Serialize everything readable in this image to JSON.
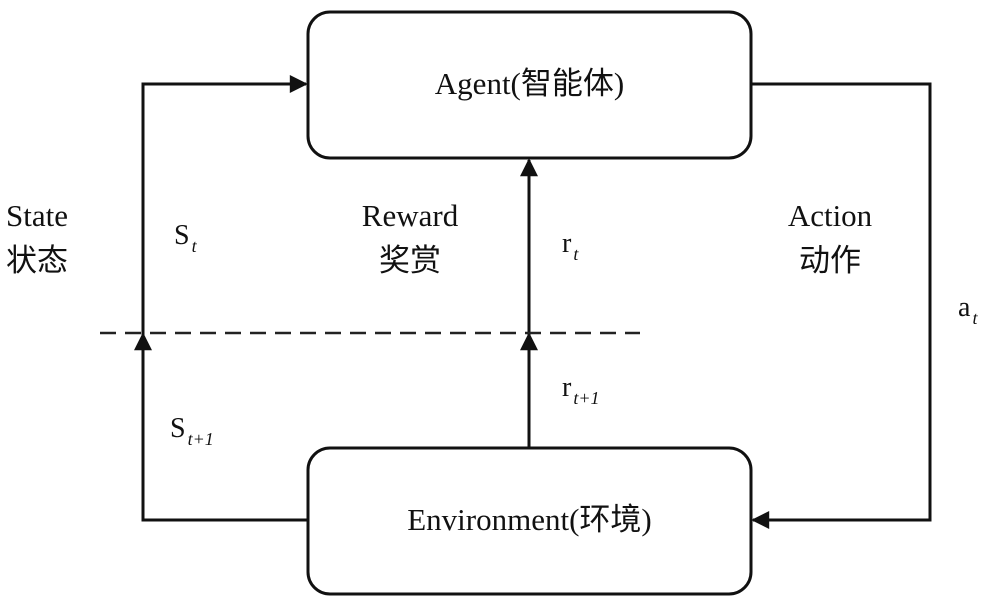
{
  "agent_label": "Agent(智能体)",
  "environment_label": "Environment(环境)",
  "state": {
    "en": "State",
    "zh": "状态"
  },
  "reward": {
    "en": "Reward",
    "zh": "奖赏"
  },
  "action": {
    "en": "Action",
    "zh": "动作"
  },
  "symbols": {
    "s_t": {
      "base": "S",
      "sub": "t"
    },
    "s_t1": {
      "base": "S",
      "sub": "t+1"
    },
    "r_t": {
      "base": "r",
      "sub": "t"
    },
    "r_t1": {
      "base": "r",
      "sub": "t+1"
    },
    "a_t": {
      "base": "a",
      "sub": "t"
    }
  }
}
